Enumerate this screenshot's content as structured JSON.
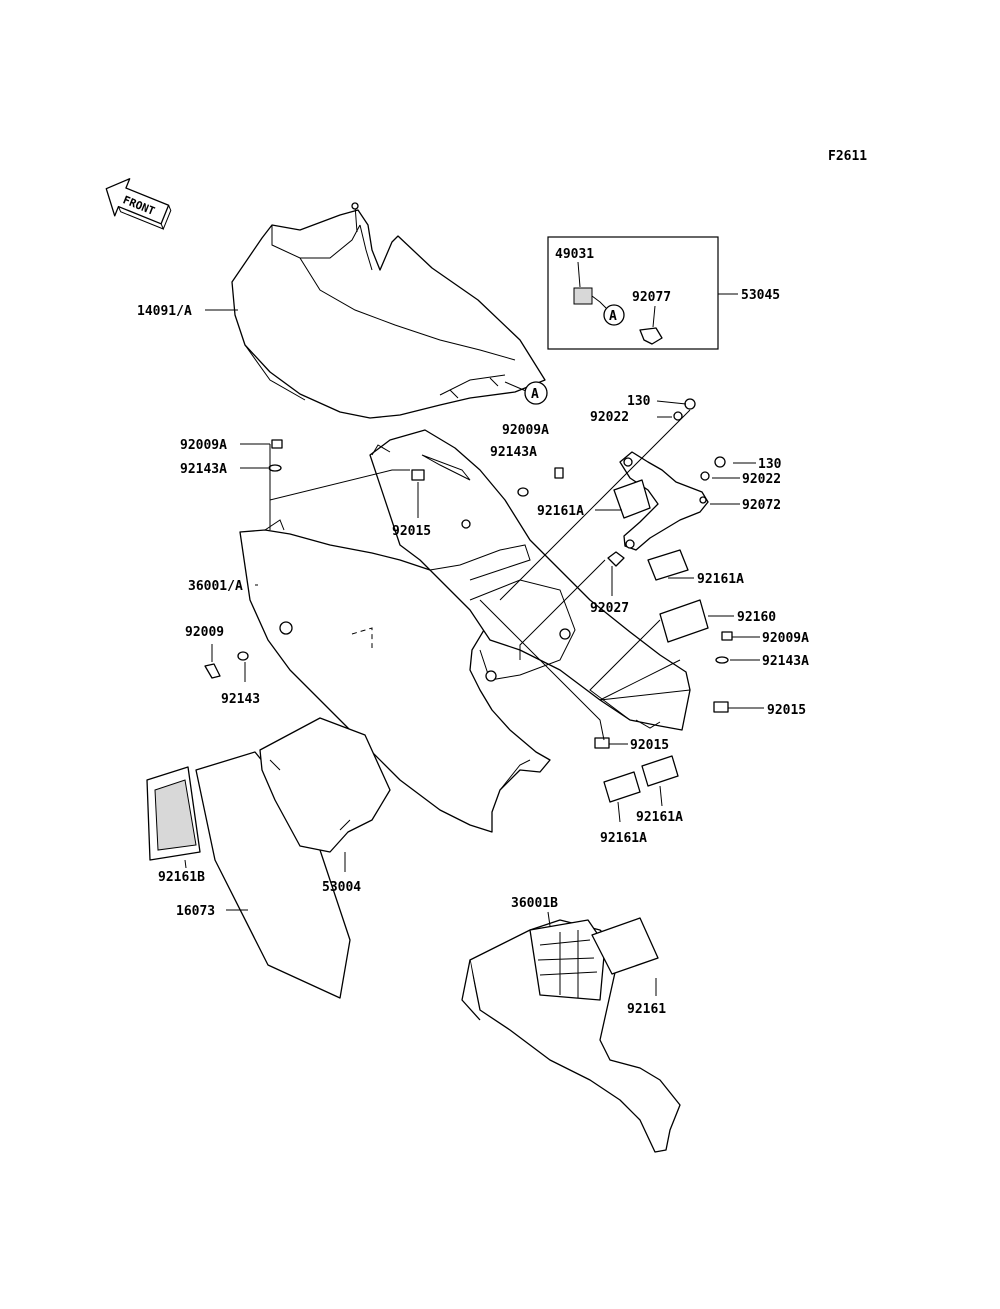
{
  "figure_code": "F2611",
  "front_label": "FRONT",
  "callout_letter": "A",
  "labels": [
    {
      "id": "p14091a",
      "text": "14091/A"
    },
    {
      "id": "p49031",
      "text": "49031"
    },
    {
      "id": "p92077",
      "text": "92077"
    },
    {
      "id": "p53045",
      "text": "53045"
    },
    {
      "id": "p130a",
      "text": "130"
    },
    {
      "id": "p92022a",
      "text": "92022"
    },
    {
      "id": "p92009a_top",
      "text": "92009A"
    },
    {
      "id": "p92143a_mid",
      "text": "92143A"
    },
    {
      "id": "p130b",
      "text": "130"
    },
    {
      "id": "p92022b",
      "text": "92022"
    },
    {
      "id": "p92072",
      "text": "92072"
    },
    {
      "id": "p92161a_1",
      "text": "92161A"
    },
    {
      "id": "p92009a_left",
      "text": "92009A"
    },
    {
      "id": "p92143a_left",
      "text": "92143A"
    },
    {
      "id": "p92015_top",
      "text": "92015"
    },
    {
      "id": "p36001a",
      "text": "36001/A"
    },
    {
      "id": "p92027",
      "text": "92027"
    },
    {
      "id": "p92161a_2",
      "text": "92161A"
    },
    {
      "id": "p92160",
      "text": "92160"
    },
    {
      "id": "p92009a_right",
      "text": "92009A"
    },
    {
      "id": "p92143a_right",
      "text": "92143A"
    },
    {
      "id": "p92015_right",
      "text": "92015"
    },
    {
      "id": "p92009",
      "text": "92009"
    },
    {
      "id": "p92143",
      "text": "92143"
    },
    {
      "id": "p92015_bottom",
      "text": "92015"
    },
    {
      "id": "p92161a_3",
      "text": "92161A"
    },
    {
      "id": "p92161a_4",
      "text": "92161A"
    },
    {
      "id": "p92161b",
      "text": "92161B"
    },
    {
      "id": "p53004",
      "text": "53004"
    },
    {
      "id": "p16073",
      "text": "16073"
    },
    {
      "id": "p36001b",
      "text": "36001B"
    },
    {
      "id": "p92161",
      "text": "92161"
    }
  ]
}
